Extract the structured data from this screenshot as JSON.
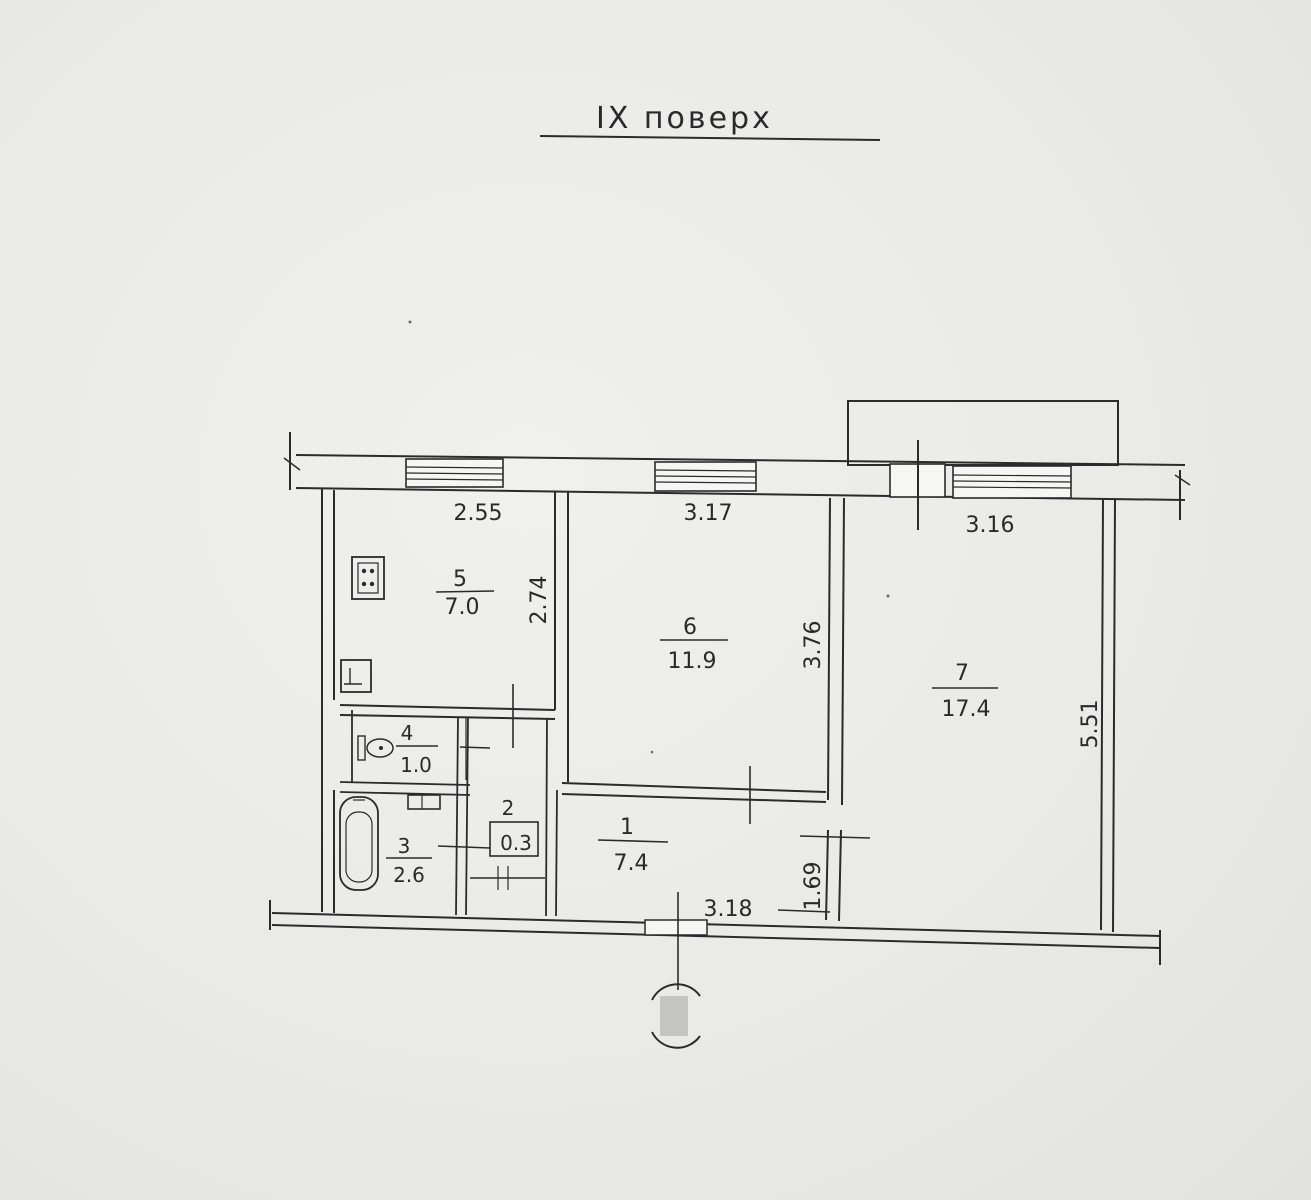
{
  "floor_title": "IX поверх",
  "rooms": [
    {
      "number": "1",
      "area": "7.4"
    },
    {
      "number": "2",
      "area": "0.3"
    },
    {
      "number": "3",
      "area": "2.6"
    },
    {
      "number": "4",
      "area": "1.0"
    },
    {
      "number": "5",
      "area": "7.0"
    },
    {
      "number": "6",
      "area": "11.9"
    },
    {
      "number": "7",
      "area": "17.4"
    }
  ],
  "dimensions": {
    "kitchen_width": "2.55",
    "kitchen_depth": "2.74",
    "room6_width": "3.17",
    "room6_depth": "3.76",
    "room7_width": "3.16",
    "room7_depth": "5.51",
    "hall_width": "3.18",
    "hall_depth": "1.69"
  },
  "colors": {
    "paper": "#ebebe9",
    "ink": "#2b2b2e"
  }
}
